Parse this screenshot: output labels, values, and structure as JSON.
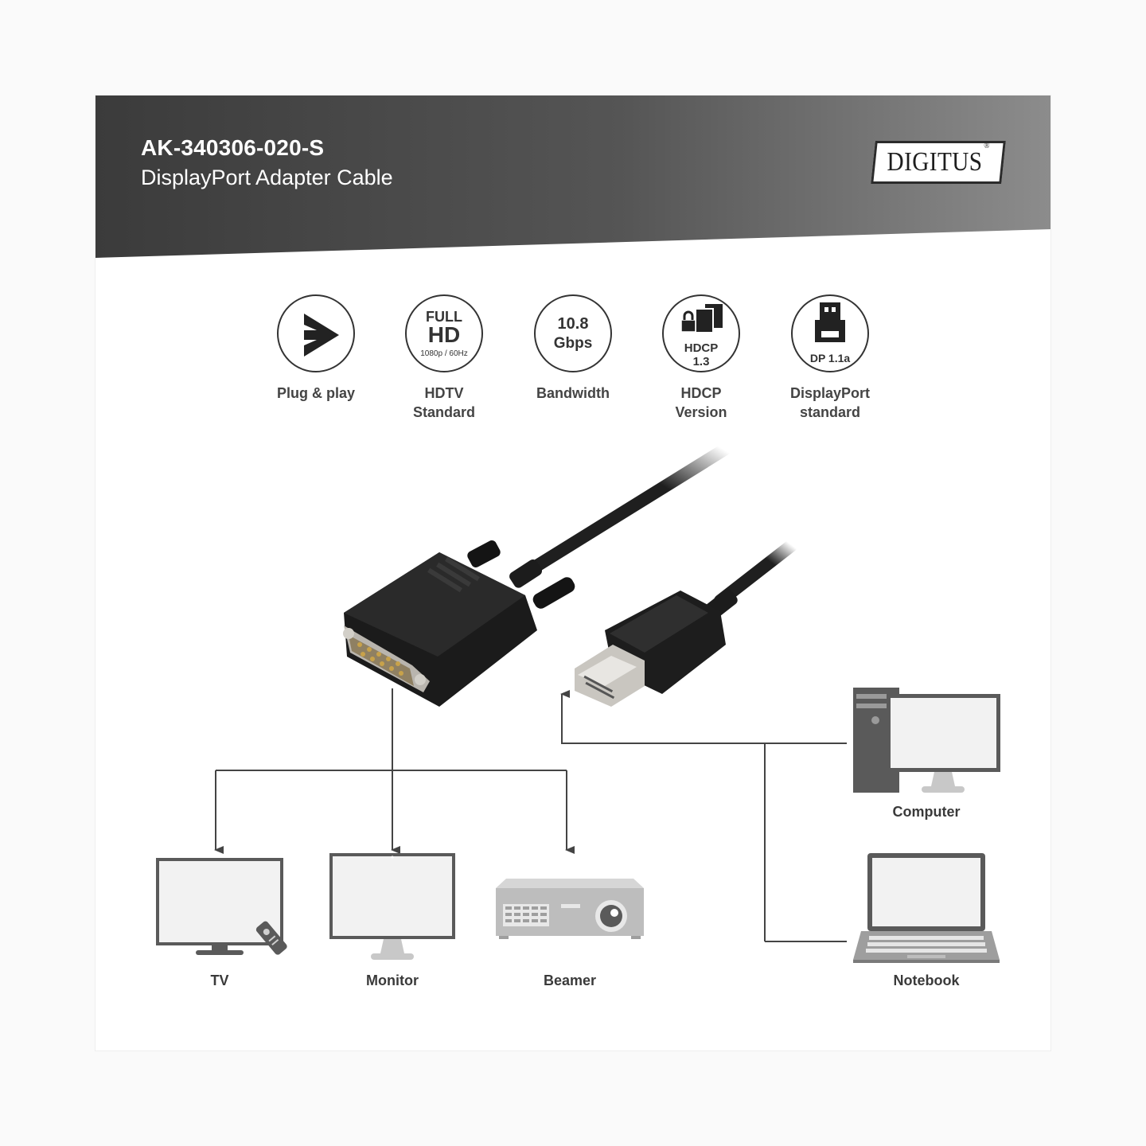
{
  "header": {
    "product_code": "AK-340306-020-S",
    "product_name": "DisplayPort Adapter Cable",
    "brand": "DIGITUS",
    "brand_mark": "®"
  },
  "features": [
    {
      "icon": "plug-and-play-icon",
      "label": "Plug & play"
    },
    {
      "icon": "full-hd-icon",
      "label": "HDTV\nStandard",
      "icon_text": {
        "line1": "FULL",
        "line2": "HD",
        "line3": "1080p / 60Hz"
      }
    },
    {
      "icon": "bandwidth-icon",
      "label": "Bandwidth",
      "icon_text": {
        "line1": "10.8",
        "line2": "Gbps"
      }
    },
    {
      "icon": "hdcp-icon",
      "label": "HDCP\nVersion",
      "icon_text": {
        "line1": "HDCP",
        "line2": "1.3"
      }
    },
    {
      "icon": "displayport-icon",
      "label": "DisplayPort\nstandard",
      "icon_text": {
        "line1": "DP 1.1a"
      }
    }
  ],
  "outputs": [
    {
      "icon": "tv-icon",
      "label": "TV"
    },
    {
      "icon": "monitor-icon",
      "label": "Monitor"
    },
    {
      "icon": "beamer-icon",
      "label": "Beamer"
    }
  ],
  "sources": [
    {
      "icon": "computer-icon",
      "label": "Computer"
    },
    {
      "icon": "notebook-icon",
      "label": "Notebook"
    }
  ],
  "colors": {
    "header_dark": "#3e3e3e",
    "header_light": "#8a8a8a",
    "text_dark": "#444444",
    "device_gray": "#5a5a5a",
    "arrow": "#444444"
  }
}
